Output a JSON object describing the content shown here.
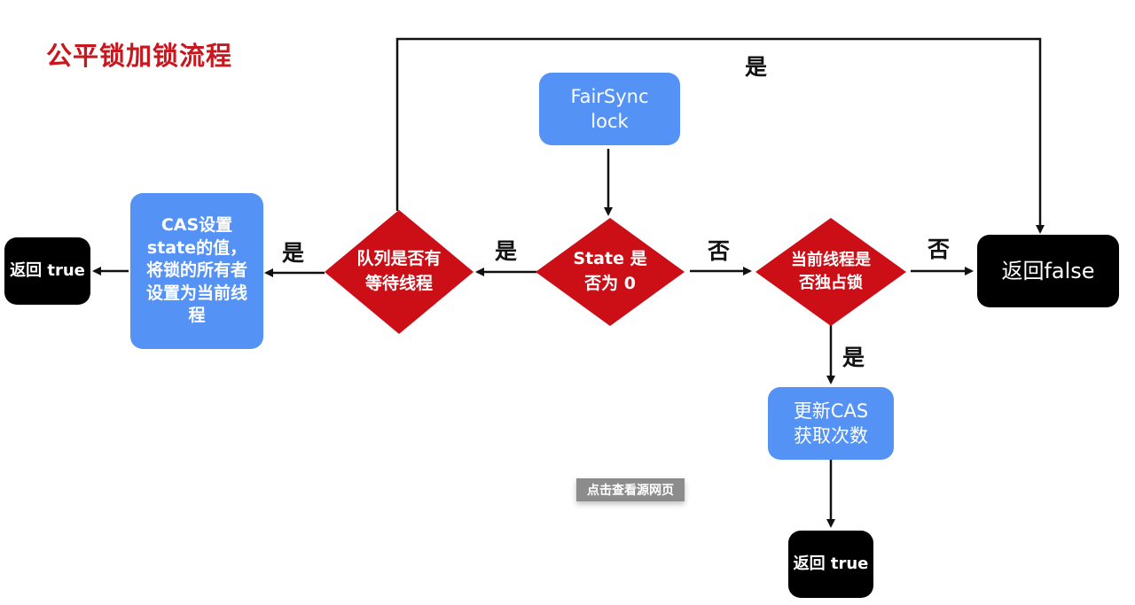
{
  "title": "公平锁加锁流程",
  "colors": {
    "title": "#c8171e",
    "process": "#5592f5",
    "decision": "#cc0e17",
    "terminal": "#000000"
  },
  "nodes": {
    "start": {
      "lines": [
        "FairSync",
        "lock"
      ]
    },
    "check_state": {
      "lines": [
        "State 是",
        "否为 0"
      ]
    },
    "check_queue": {
      "lines": [
        "队列是否有",
        "等待线程"
      ]
    },
    "cas_set": {
      "lines": [
        "CAS设置",
        "state的值，",
        "将锁的所有者",
        "设置为当前线",
        "程"
      ]
    },
    "return_true_left": {
      "label": "返回 true"
    },
    "check_owner": {
      "lines": [
        "当前线程是",
        "否独占锁"
      ]
    },
    "return_false": {
      "label": "返回false"
    },
    "update_cas": {
      "lines": [
        "更新CAS",
        "获取次数"
      ]
    },
    "return_true_bottom": {
      "label": "返回 true"
    }
  },
  "edge_labels": {
    "queue_yes_top": "是",
    "state_yes": "是",
    "state_no": "否",
    "queue_yes_left": "是",
    "owner_no": "否",
    "owner_yes": "是"
  },
  "watermark": "点击查看源网页"
}
